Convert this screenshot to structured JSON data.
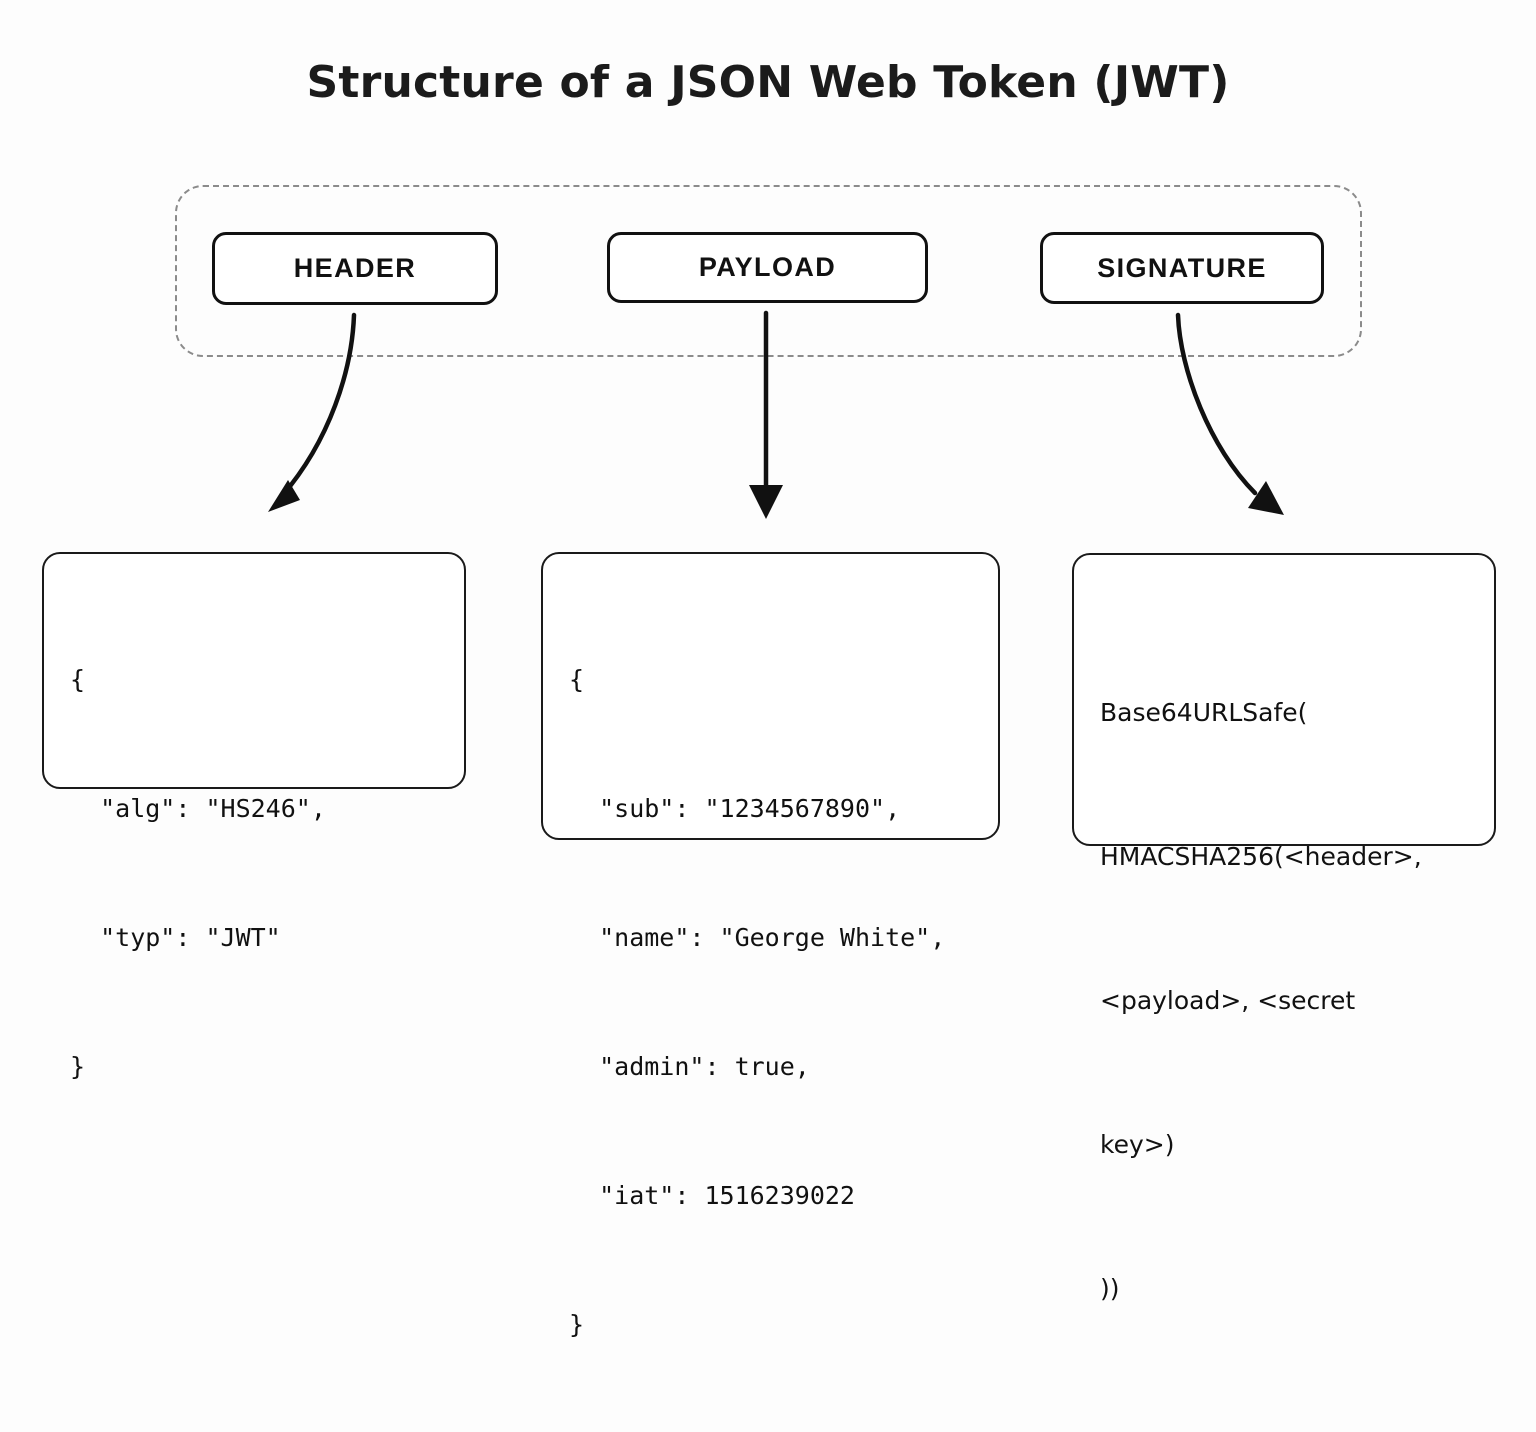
{
  "title": "Structure of a JSON Web Token (JWT)",
  "colors": {
    "background": "#fdfdfd",
    "stroke": "#111111",
    "dashed_group_border": "#8b8b8b",
    "text": "#111111"
  },
  "token_group": {
    "name": "jwt-parts-group",
    "style": "dashed",
    "parts": [
      {
        "id": "header",
        "label": "HEADER"
      },
      {
        "id": "payload",
        "label": "PAYLOAD"
      },
      {
        "id": "signature",
        "label": "SIGNATURE"
      }
    ]
  },
  "arrows": [
    {
      "from": "HEADER",
      "to": "header-code",
      "shape": "curve-left",
      "icon": "arrow-curved-down-left-icon"
    },
    {
      "from": "PAYLOAD",
      "to": "payload-code",
      "shape": "straight",
      "icon": "arrow-down-icon"
    },
    {
      "from": "SIGNATURE",
      "to": "signature-code",
      "shape": "curve-right",
      "icon": "arrow-curved-down-right-icon"
    }
  ],
  "code_boxes": {
    "header": {
      "name": "header-code-box",
      "lines": [
        "{",
        "  \"alg\": \"HS246\",",
        "  \"typ\": \"JWT\"",
        "}"
      ]
    },
    "payload": {
      "name": "payload-code-box",
      "lines": [
        "{",
        "  \"sub\": \"1234567890\",",
        "  \"name\": \"George White\",",
        "  \"admin\": true,",
        "  \"iat\": 1516239022",
        "}"
      ]
    },
    "signature": {
      "name": "signature-code-box",
      "lines": [
        "Base64URLSafe(",
        "HMACSHA256(<header>,",
        "<payload>, <secret",
        "key>)",
        "))"
      ]
    }
  }
}
